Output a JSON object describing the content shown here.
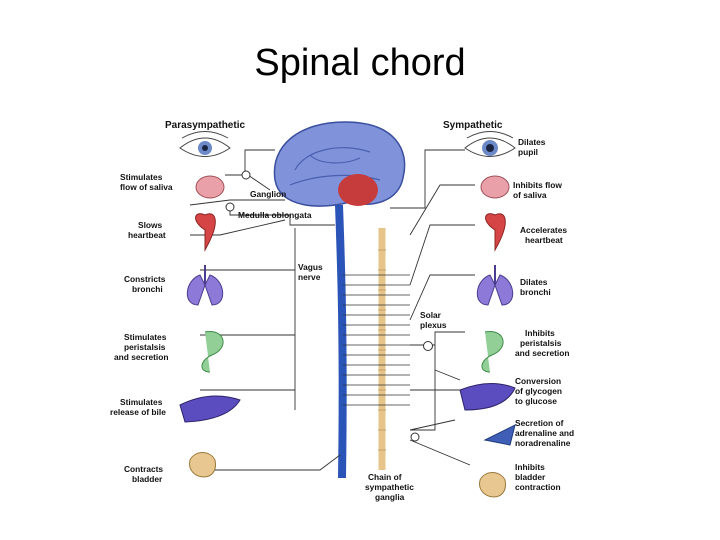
{
  "slide": {
    "title": "Spinal chord"
  },
  "diagram": {
    "header_left": "Parasympathetic",
    "header_right": "Sympathetic",
    "left": [
      [
        "Stimulates",
        "flow of saliva"
      ],
      [
        "Slows",
        "heartbeat"
      ],
      [
        "Constricts",
        "bronchi"
      ],
      [
        "Stimulates",
        "peristalsis",
        "and secretion"
      ],
      [
        "Stimulates",
        "release of bile"
      ],
      [
        "Contracts",
        "bladder"
      ]
    ],
    "right": [
      [
        "Dilates",
        "pupil"
      ],
      [
        "Inhibits flow",
        "of saliva"
      ],
      [
        "Accelerates",
        "heartbeat"
      ],
      [
        "Dilates",
        "bronchi"
      ],
      [
        "Inhibits",
        "peristalsis",
        "and secretion"
      ],
      [
        "Conversion",
        "of glycogen",
        "to glucose"
      ],
      [
        "Secretion of",
        "adrenaline and",
        "noradrenaline"
      ],
      [
        "Inhibits",
        "bladder",
        "contraction"
      ]
    ],
    "center": {
      "ganglion": "Ganglion",
      "medulla": "Medulla oblongata",
      "vagus": [
        "Vagus",
        "nerve"
      ],
      "solar": [
        "Solar",
        "plexus"
      ],
      "chain": [
        "Chain of",
        "sympathetic",
        "ganglia"
      ]
    },
    "colors": {
      "nerve": "#2a54b8",
      "brain": "#6f86d8",
      "chain": "#e8c890",
      "organ_red": "#d94b4b",
      "organ_purple": "#7b5cc8",
      "organ_green": "#86c98a"
    }
  }
}
